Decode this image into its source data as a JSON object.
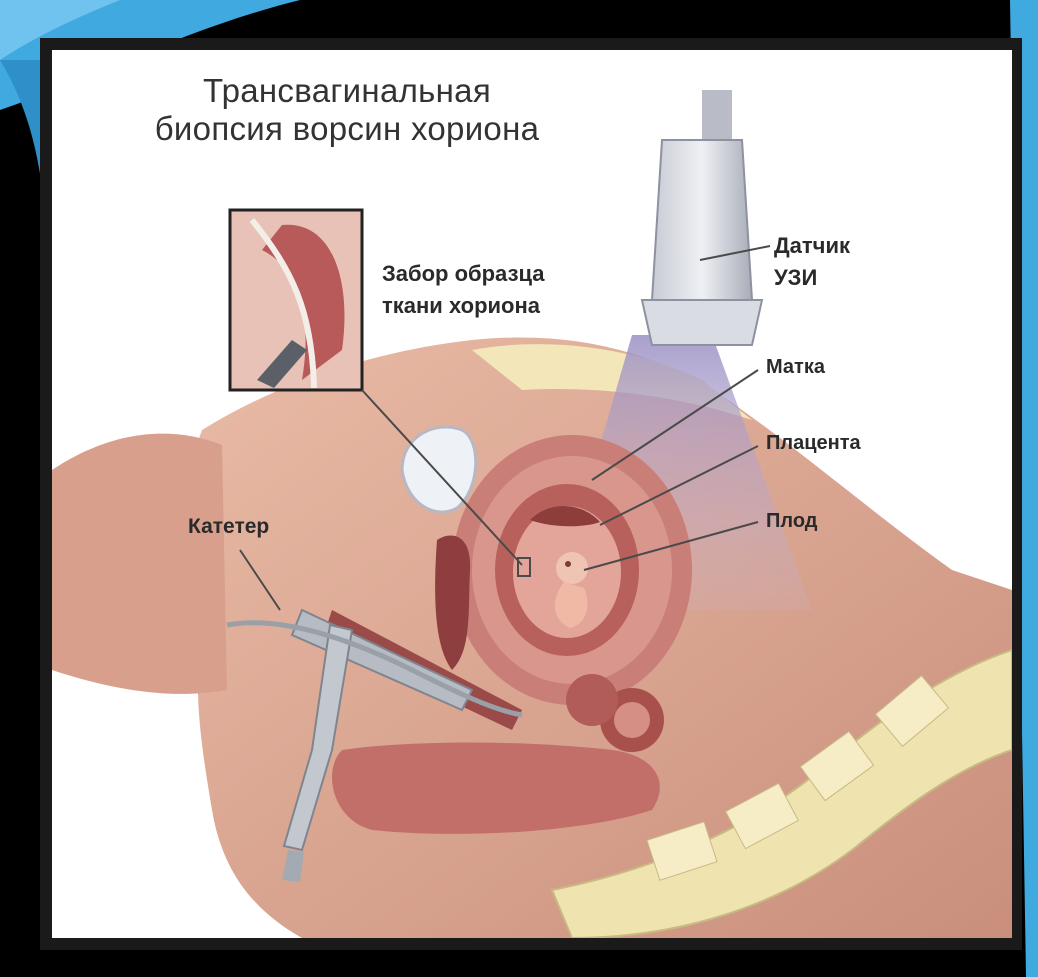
{
  "title_line1": "Трансвагинальная",
  "title_line2": "биопсия ворсин хориона",
  "labels": {
    "sample_line1": "Забор образца",
    "sample_line2": "ткани хориона",
    "probe_line1": "Датчик",
    "probe_line2": "УЗИ",
    "uterus": "Матка",
    "placenta": "Плацента",
    "fetus": "Плод",
    "catheter": "Катетер"
  },
  "colors": {
    "slide_accent": "#3fa9e0",
    "tissue": "#d9a390",
    "uterus": "#b86c68",
    "bone": "#efe3b0",
    "ultrasound_beam": "#a89cc8"
  }
}
